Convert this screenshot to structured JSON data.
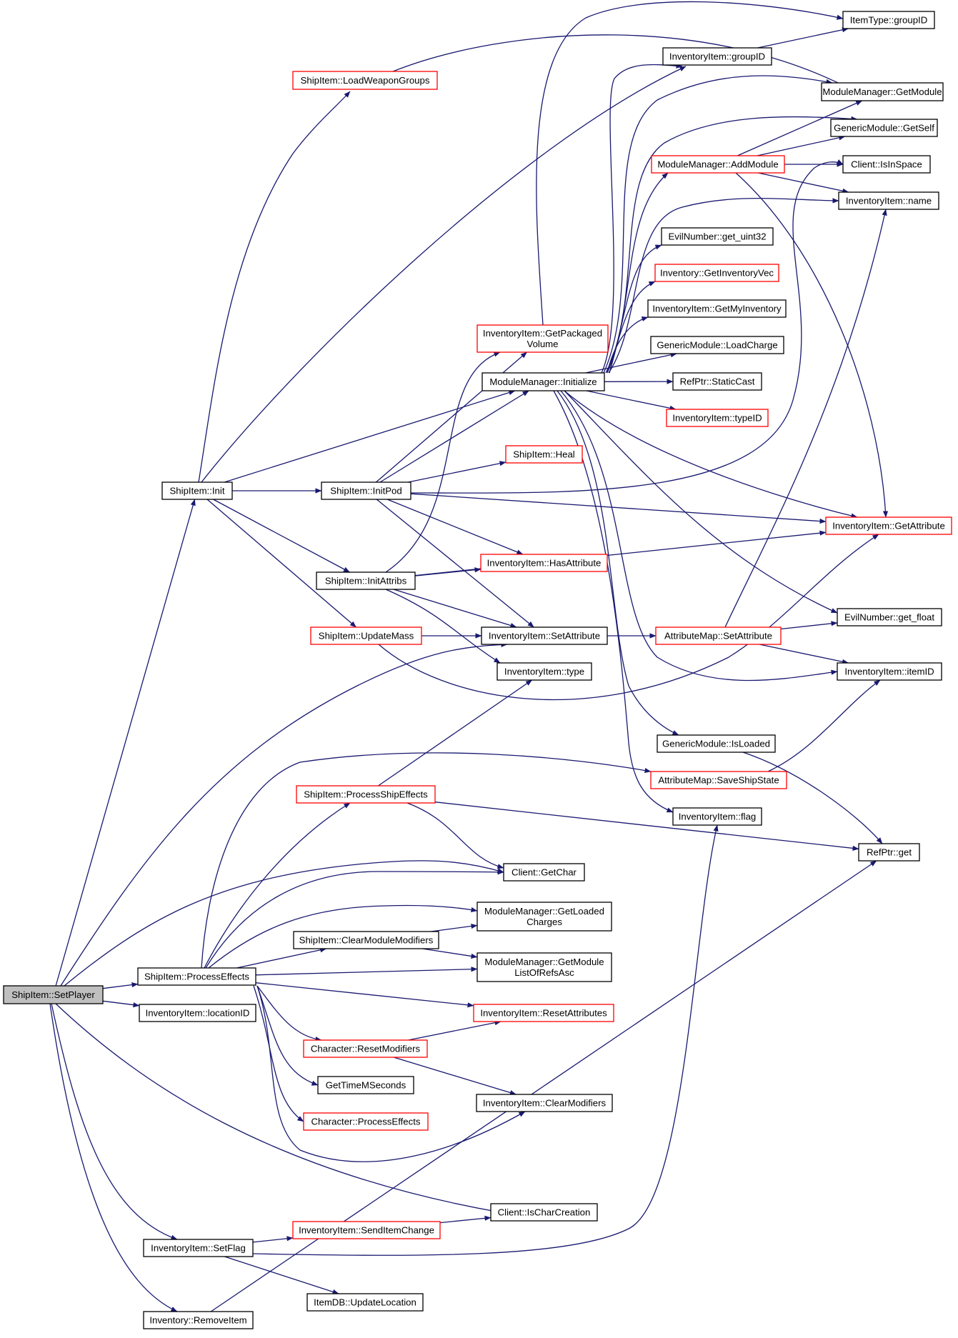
{
  "graph": {
    "colors": {
      "edge": "#191970",
      "node_border": "#000000",
      "node_border_incomplete": "#ff0000",
      "root_fill": "#bfbfbf",
      "node_fill": "#ffffff"
    },
    "nodes": [
      {
        "id": "n0",
        "lines": [
          "ShipItem::SetPlayer"
        ],
        "kind": "root"
      },
      {
        "id": "n1",
        "lines": [
          "ShipItem::Init"
        ],
        "kind": "normal"
      },
      {
        "id": "n2",
        "lines": [
          "ShipItem::LoadWeaponGroups"
        ],
        "kind": "incomplete"
      },
      {
        "id": "n3",
        "lines": [
          "ModuleManager::GetModule"
        ],
        "kind": "normal"
      },
      {
        "id": "n4",
        "lines": [
          "InventoryItem::groupID"
        ],
        "kind": "normal"
      },
      {
        "id": "n5",
        "lines": [
          "ItemType::groupID"
        ],
        "kind": "normal"
      },
      {
        "id": "n6",
        "lines": [
          "ShipItem::InitPod"
        ],
        "kind": "normal"
      },
      {
        "id": "n7",
        "lines": [
          "InventoryItem::GetPackaged",
          "Volume"
        ],
        "kind": "incomplete"
      },
      {
        "id": "n8",
        "lines": [
          "ModuleManager::Initialize"
        ],
        "kind": "normal"
      },
      {
        "id": "n9",
        "lines": [
          "GenericModule::GetSelf"
        ],
        "kind": "normal"
      },
      {
        "id": "n10",
        "lines": [
          "ModuleManager::AddModule"
        ],
        "kind": "incomplete"
      },
      {
        "id": "n11",
        "lines": [
          "Client::IsInSpace"
        ],
        "kind": "normal"
      },
      {
        "id": "n12",
        "lines": [
          "InventoryItem::name"
        ],
        "kind": "normal"
      },
      {
        "id": "n13",
        "lines": [
          "EvilNumber::get_uint32"
        ],
        "kind": "normal"
      },
      {
        "id": "n14",
        "lines": [
          "Inventory::GetInventoryVec"
        ],
        "kind": "incomplete"
      },
      {
        "id": "n15",
        "lines": [
          "InventoryItem::GetMyInventory"
        ],
        "kind": "normal"
      },
      {
        "id": "n16",
        "lines": [
          "GenericModule::LoadCharge"
        ],
        "kind": "normal"
      },
      {
        "id": "n17",
        "lines": [
          "RefPtr::StaticCast"
        ],
        "kind": "normal"
      },
      {
        "id": "n18",
        "lines": [
          "InventoryItem::typeID"
        ],
        "kind": "incomplete"
      },
      {
        "id": "n19",
        "lines": [
          "InventoryItem::GetAttribute"
        ],
        "kind": "incomplete"
      },
      {
        "id": "n20",
        "lines": [
          "EvilNumber::get_float"
        ],
        "kind": "normal"
      },
      {
        "id": "n21",
        "lines": [
          "InventoryItem::itemID"
        ],
        "kind": "normal"
      },
      {
        "id": "n22",
        "lines": [
          "GenericModule::IsLoaded"
        ],
        "kind": "normal"
      },
      {
        "id": "n23",
        "lines": [
          "RefPtr::get"
        ],
        "kind": "normal"
      },
      {
        "id": "n24",
        "lines": [
          "InventoryItem::flag"
        ],
        "kind": "normal"
      },
      {
        "id": "n25",
        "lines": [
          "ShipItem::Heal"
        ],
        "kind": "incomplete"
      },
      {
        "id": "n26",
        "lines": [
          "InventoryItem::HasAttribute"
        ],
        "kind": "incomplete"
      },
      {
        "id": "n27",
        "lines": [
          "ShipItem::InitAttribs"
        ],
        "kind": "normal"
      },
      {
        "id": "n28",
        "lines": [
          "InventoryItem::SetAttribute"
        ],
        "kind": "normal"
      },
      {
        "id": "n29",
        "lines": [
          "InventoryItem::type"
        ],
        "kind": "normal"
      },
      {
        "id": "n30",
        "lines": [
          "ShipItem::UpdateMass"
        ],
        "kind": "incomplete"
      },
      {
        "id": "n31",
        "lines": [
          "AttributeMap::SetAttribute"
        ],
        "kind": "incomplete"
      },
      {
        "id": "n32",
        "lines": [
          "InventoryItem::locationID"
        ],
        "kind": "normal"
      },
      {
        "id": "n33",
        "lines": [
          "ShipItem::ProcessEffects"
        ],
        "kind": "normal"
      },
      {
        "id": "n34",
        "lines": [
          "AttributeMap::SaveShipState"
        ],
        "kind": "incomplete"
      },
      {
        "id": "n35",
        "lines": [
          "ShipItem::ProcessShipEffects"
        ],
        "kind": "incomplete"
      },
      {
        "id": "n36",
        "lines": [
          "Client::GetChar"
        ],
        "kind": "normal"
      },
      {
        "id": "n37",
        "lines": [
          "ModuleManager::GetLoaded",
          "Charges"
        ],
        "kind": "normal"
      },
      {
        "id": "n38",
        "lines": [
          "ShipItem::ClearModuleModifiers"
        ],
        "kind": "normal"
      },
      {
        "id": "n39",
        "lines": [
          "ModuleManager::GetModule",
          "ListOfRefsAsc"
        ],
        "kind": "normal"
      },
      {
        "id": "n40",
        "lines": [
          "InventoryItem::ResetAttributes"
        ],
        "kind": "incomplete"
      },
      {
        "id": "n41",
        "lines": [
          "Character::ResetModifiers"
        ],
        "kind": "incomplete"
      },
      {
        "id": "n42",
        "lines": [
          "GetTimeMSeconds"
        ],
        "kind": "normal"
      },
      {
        "id": "n43",
        "lines": [
          "InventoryItem::ClearModifiers"
        ],
        "kind": "normal"
      },
      {
        "id": "n44",
        "lines": [
          "Character::ProcessEffects"
        ],
        "kind": "incomplete"
      },
      {
        "id": "n45",
        "lines": [
          "Client::IsCharCreation"
        ],
        "kind": "normal"
      },
      {
        "id": "n46",
        "lines": [
          "InventoryItem::SendItemChange"
        ],
        "kind": "incomplete"
      },
      {
        "id": "n47",
        "lines": [
          "InventoryItem::SetFlag"
        ],
        "kind": "normal"
      },
      {
        "id": "n48",
        "lines": [
          "ItemDB::UpdateLocation"
        ],
        "kind": "normal"
      },
      {
        "id": "n49",
        "lines": [
          "Inventory::RemoveItem"
        ],
        "kind": "normal"
      }
    ],
    "edges": [
      [
        "n0",
        "n1"
      ],
      [
        "n0",
        "n28"
      ],
      [
        "n0",
        "n36"
      ],
      [
        "n0",
        "n32"
      ],
      [
        "n0",
        "n33"
      ],
      [
        "n0",
        "n45"
      ],
      [
        "n0",
        "n47"
      ],
      [
        "n0",
        "n49"
      ],
      [
        "n1",
        "n2"
      ],
      [
        "n1",
        "n4"
      ],
      [
        "n1",
        "n6"
      ],
      [
        "n1",
        "n8"
      ],
      [
        "n1",
        "n27"
      ],
      [
        "n1",
        "n30"
      ],
      [
        "n2",
        "n3"
      ],
      [
        "n4",
        "n5"
      ],
      [
        "n6",
        "n7"
      ],
      [
        "n6",
        "n8"
      ],
      [
        "n6",
        "n25"
      ],
      [
        "n6",
        "n11"
      ],
      [
        "n6",
        "n19"
      ],
      [
        "n6",
        "n26"
      ],
      [
        "n6",
        "n28"
      ],
      [
        "n7",
        "n5"
      ],
      [
        "n8",
        "n4"
      ],
      [
        "n8",
        "n3"
      ],
      [
        "n8",
        "n9"
      ],
      [
        "n8",
        "n10"
      ],
      [
        "n8",
        "n12"
      ],
      [
        "n8",
        "n13"
      ],
      [
        "n8",
        "n14"
      ],
      [
        "n8",
        "n15"
      ],
      [
        "n8",
        "n16"
      ],
      [
        "n8",
        "n17"
      ],
      [
        "n8",
        "n18"
      ],
      [
        "n8",
        "n19"
      ],
      [
        "n8",
        "n20"
      ],
      [
        "n8",
        "n21"
      ],
      [
        "n8",
        "n22"
      ],
      [
        "n8",
        "n24"
      ],
      [
        "n10",
        "n3"
      ],
      [
        "n10",
        "n9"
      ],
      [
        "n10",
        "n11"
      ],
      [
        "n10",
        "n12"
      ],
      [
        "n10",
        "n19"
      ],
      [
        "n27",
        "n7"
      ],
      [
        "n27",
        "n26"
      ],
      [
        "n27",
        "n19"
      ],
      [
        "n27",
        "n28"
      ],
      [
        "n27",
        "n29"
      ],
      [
        "n30",
        "n28"
      ],
      [
        "n30",
        "n19"
      ],
      [
        "n28",
        "n31"
      ],
      [
        "n31",
        "n20"
      ],
      [
        "n31",
        "n21"
      ],
      [
        "n31",
        "n12"
      ],
      [
        "n22",
        "n23"
      ],
      [
        "n34",
        "n21"
      ],
      [
        "n33",
        "n34"
      ],
      [
        "n33",
        "n35"
      ],
      [
        "n33",
        "n36"
      ],
      [
        "n33",
        "n37"
      ],
      [
        "n33",
        "n38"
      ],
      [
        "n33",
        "n39"
      ],
      [
        "n33",
        "n40"
      ],
      [
        "n33",
        "n41"
      ],
      [
        "n33",
        "n42"
      ],
      [
        "n33",
        "n43"
      ],
      [
        "n33",
        "n44"
      ],
      [
        "n35",
        "n29"
      ],
      [
        "n35",
        "n36"
      ],
      [
        "n35",
        "n23"
      ],
      [
        "n38",
        "n37"
      ],
      [
        "n38",
        "n39"
      ],
      [
        "n41",
        "n40"
      ],
      [
        "n41",
        "n43"
      ],
      [
        "n47",
        "n46"
      ],
      [
        "n47",
        "n48"
      ],
      [
        "n47",
        "n24"
      ],
      [
        "n46",
        "n45"
      ],
      [
        "n49",
        "n23"
      ]
    ]
  }
}
